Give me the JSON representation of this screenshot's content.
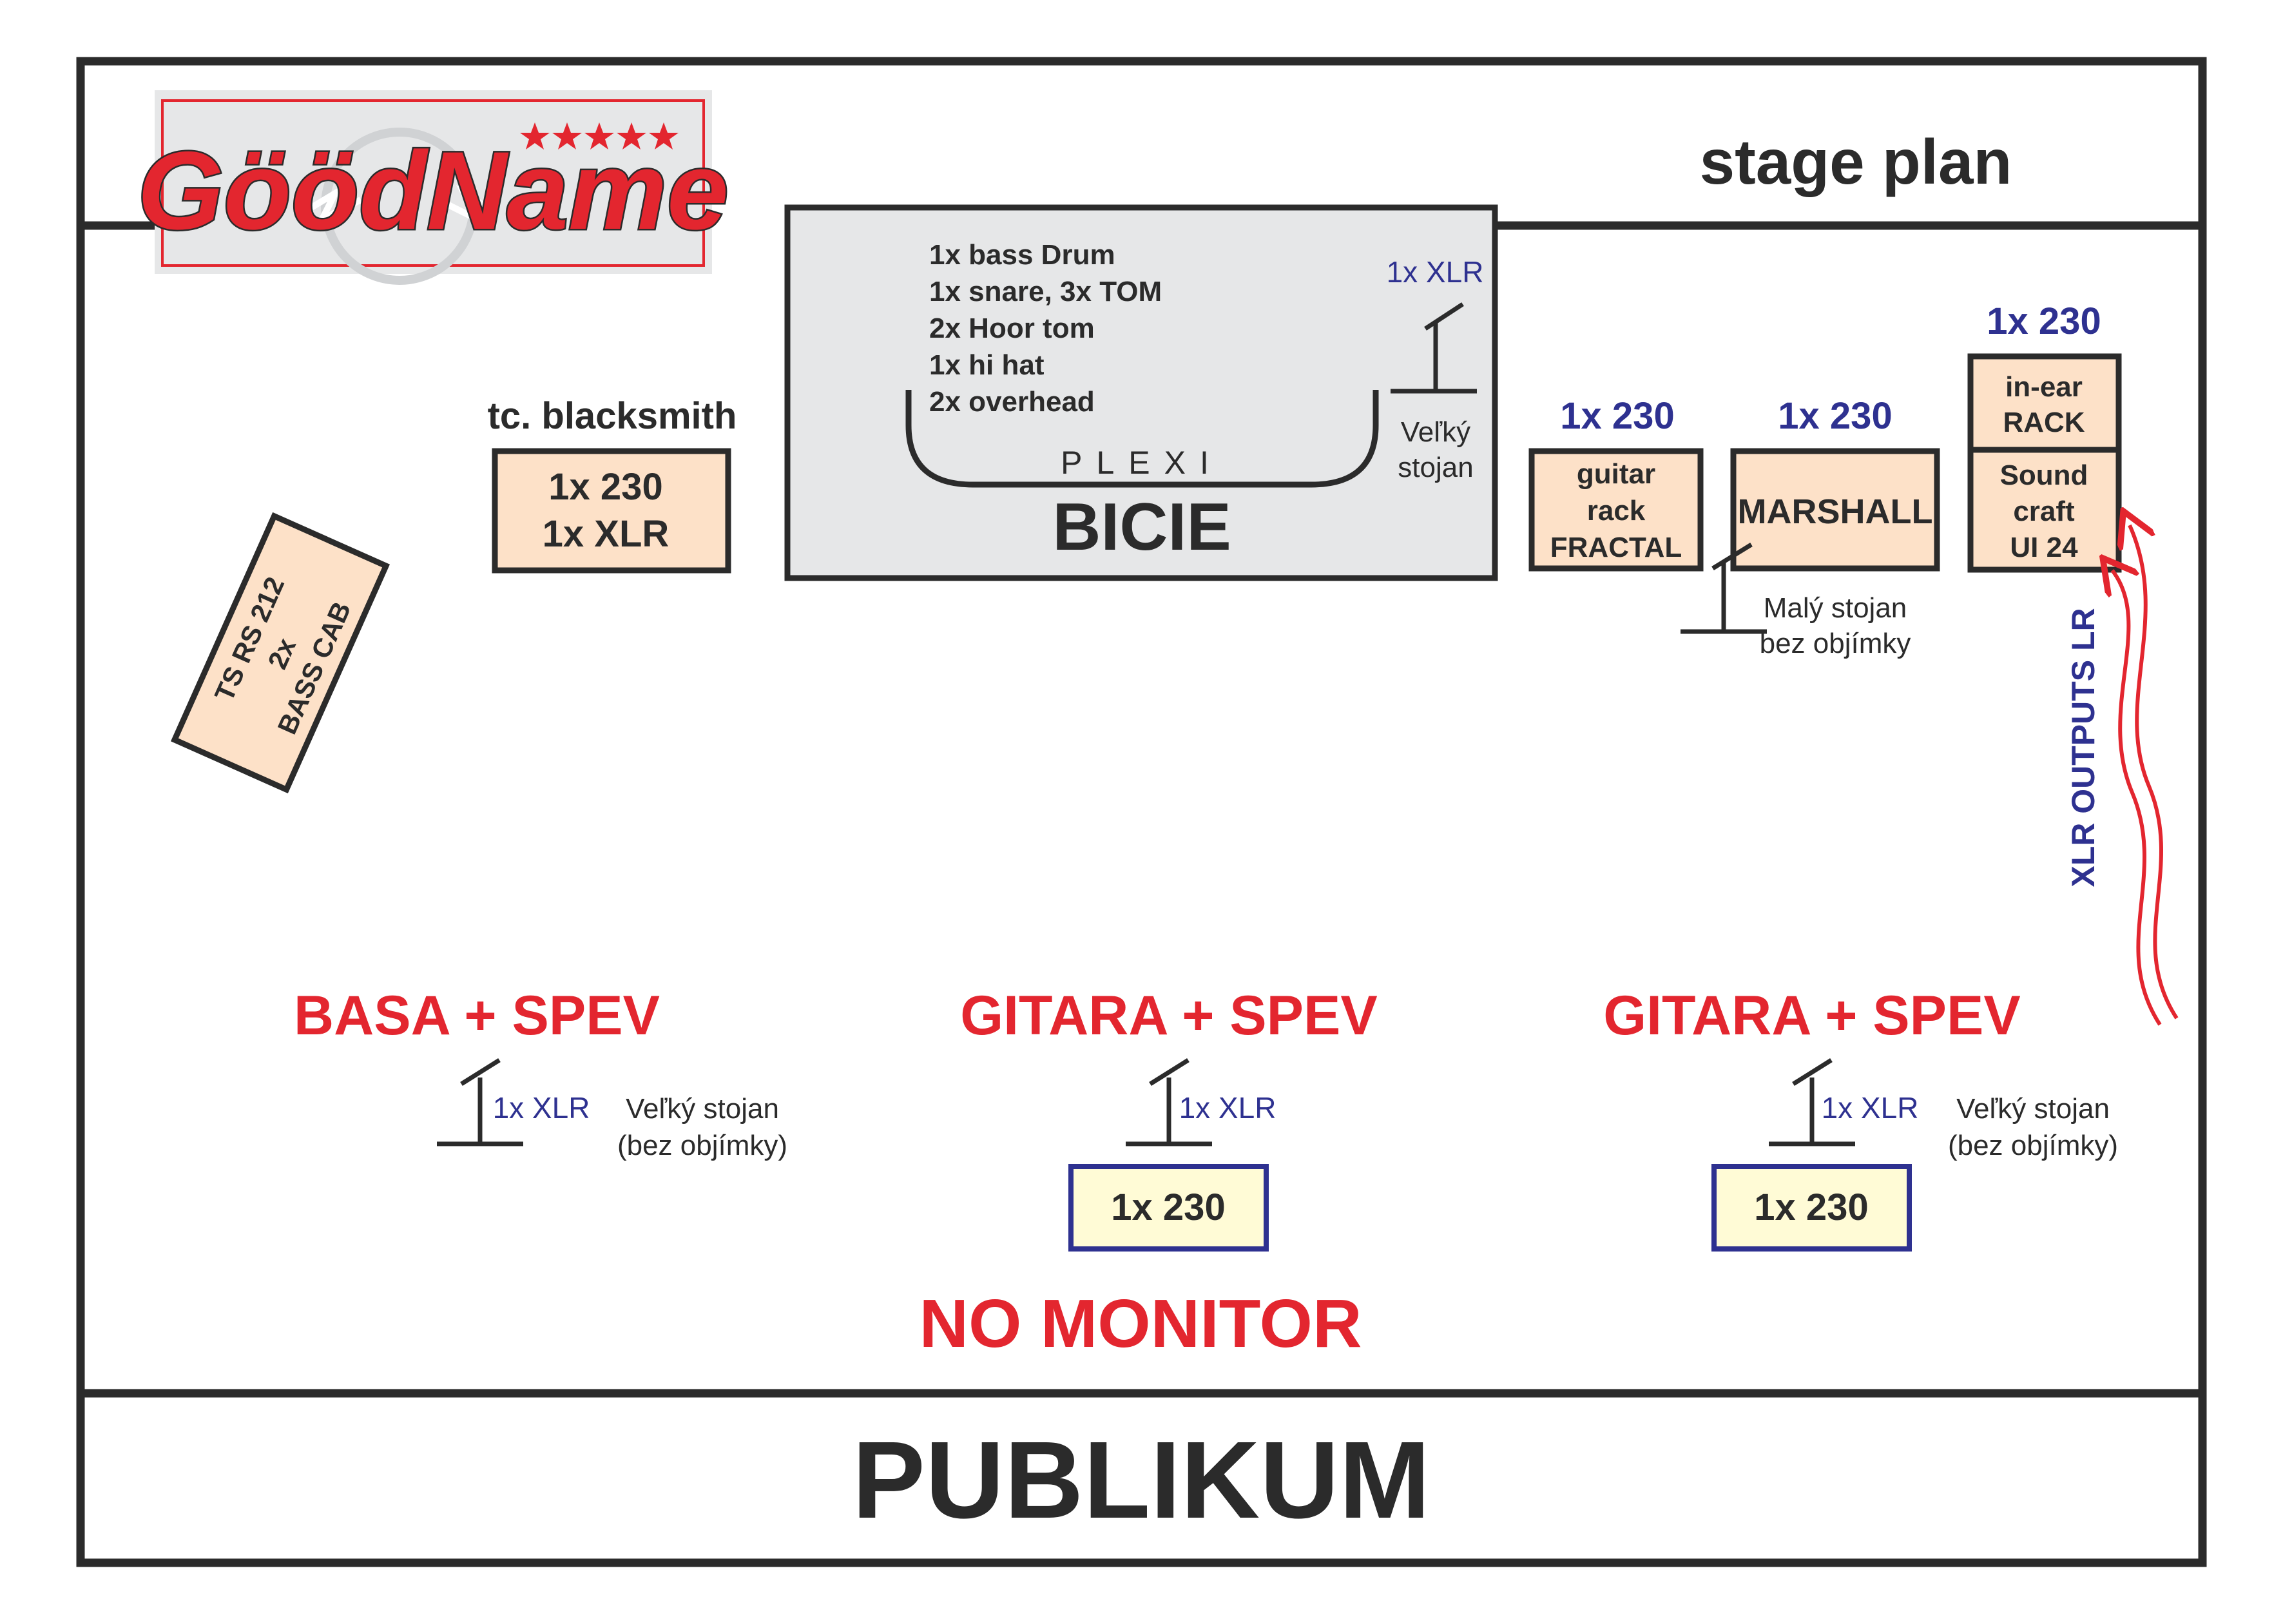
{
  "header": {
    "logo_text": "GöödName",
    "title": "stage plan"
  },
  "drums": {
    "label": "BICIE",
    "plexi": "PLEXI",
    "lines": [
      "1x bass Drum",
      "1x snare, 3x TOM",
      "2x Hoor tom",
      "1x hi hat",
      "2x overhead"
    ],
    "mic_label": "1x XLR",
    "stand_label": [
      "Veľký",
      "stojan"
    ]
  },
  "bass_amp": {
    "title": "tc. blacksmith",
    "lines": [
      "1x 230",
      "1x XLR"
    ]
  },
  "bass_cab": {
    "lines": [
      "TS RS 212",
      "2x",
      "BASS CAB"
    ]
  },
  "guitar_rack": {
    "power": "1x 230",
    "lines": [
      "guitar",
      "rack",
      "FRACTAL"
    ]
  },
  "marshall": {
    "power": "1x 230",
    "label": "MARSHALL",
    "stand_label": [
      "Malý stojan",
      "bez objímky"
    ]
  },
  "rack": {
    "power": "1x 230",
    "top_lines": [
      "in-ear",
      "RACK"
    ],
    "bottom_lines": [
      "Sound",
      "craft",
      "UI 24"
    ],
    "outputs_label": "XLR OUTPUTS LR"
  },
  "positions": [
    {
      "label": "BASA + SPEV",
      "mic_label": "1x XLR",
      "stand_label": [
        "Veľký stojan",
        "(bez objímky)"
      ],
      "power": ""
    },
    {
      "label": "GITARA + SPEV",
      "mic_label": "1x XLR",
      "stand_label": [],
      "power": "1x 230"
    },
    {
      "label": "GITARA + SPEV",
      "mic_label": "1x XLR",
      "stand_label": [
        "Veľký stojan",
        "(bez objímky)"
      ],
      "power": "1x 230"
    }
  ],
  "no_monitor": "NO MONITOR",
  "audience": "PUBLIKUM",
  "colors": {
    "line": "#2b2b2b",
    "red": "#e3262f",
    "blue": "#2e3190",
    "box_fill": "#fde1c8",
    "drum_fill": "#e6e7e8",
    "power_fill": "#fffbd6",
    "logo_bg": "#e6e7e8"
  }
}
